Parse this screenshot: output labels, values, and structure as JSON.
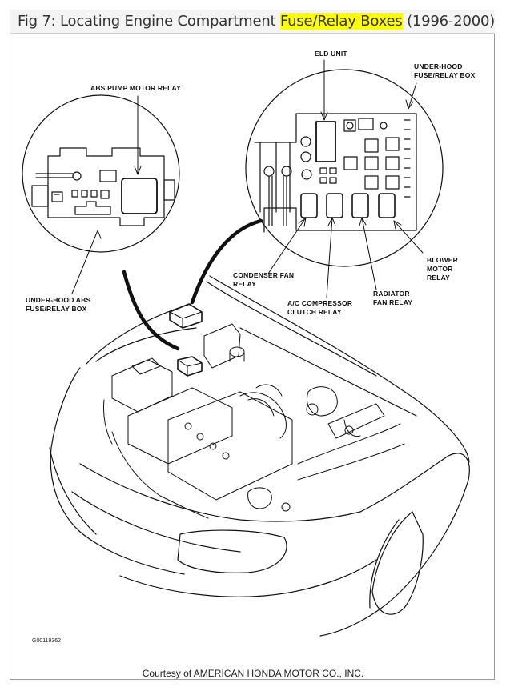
{
  "title": {
    "prefix": "Fig 7: Locating Engine Compartment ",
    "highlight": "Fuse/Relay Boxes",
    "suffix": " (1996-2000)"
  },
  "labels": {
    "eld_unit": "ELD UNIT",
    "under_hood_box_1": "UNDER-HOOD",
    "under_hood_box_2": "FUSE/RELAY BOX",
    "abs_pump": "ABS PUMP MOTOR RELAY",
    "abs_box_1": "UNDER-HOOD ABS",
    "abs_box_2": "FUSE/RELAY BOX",
    "condenser_1": "CONDENSER FAN",
    "condenser_2": "RELAY",
    "ac_1": "A/C COMPRESSOR",
    "ac_2": "CLUTCH RELAY",
    "radiator_1": "RADIATOR",
    "radiator_2": "FAN RELAY",
    "blower_1": "BLOWER",
    "blower_2": "MOTOR",
    "blower_3": "RELAY"
  },
  "figure_code": "G00119362",
  "courtesy": "Courtesy of AMERICAN HONDA MOTOR CO., INC."
}
